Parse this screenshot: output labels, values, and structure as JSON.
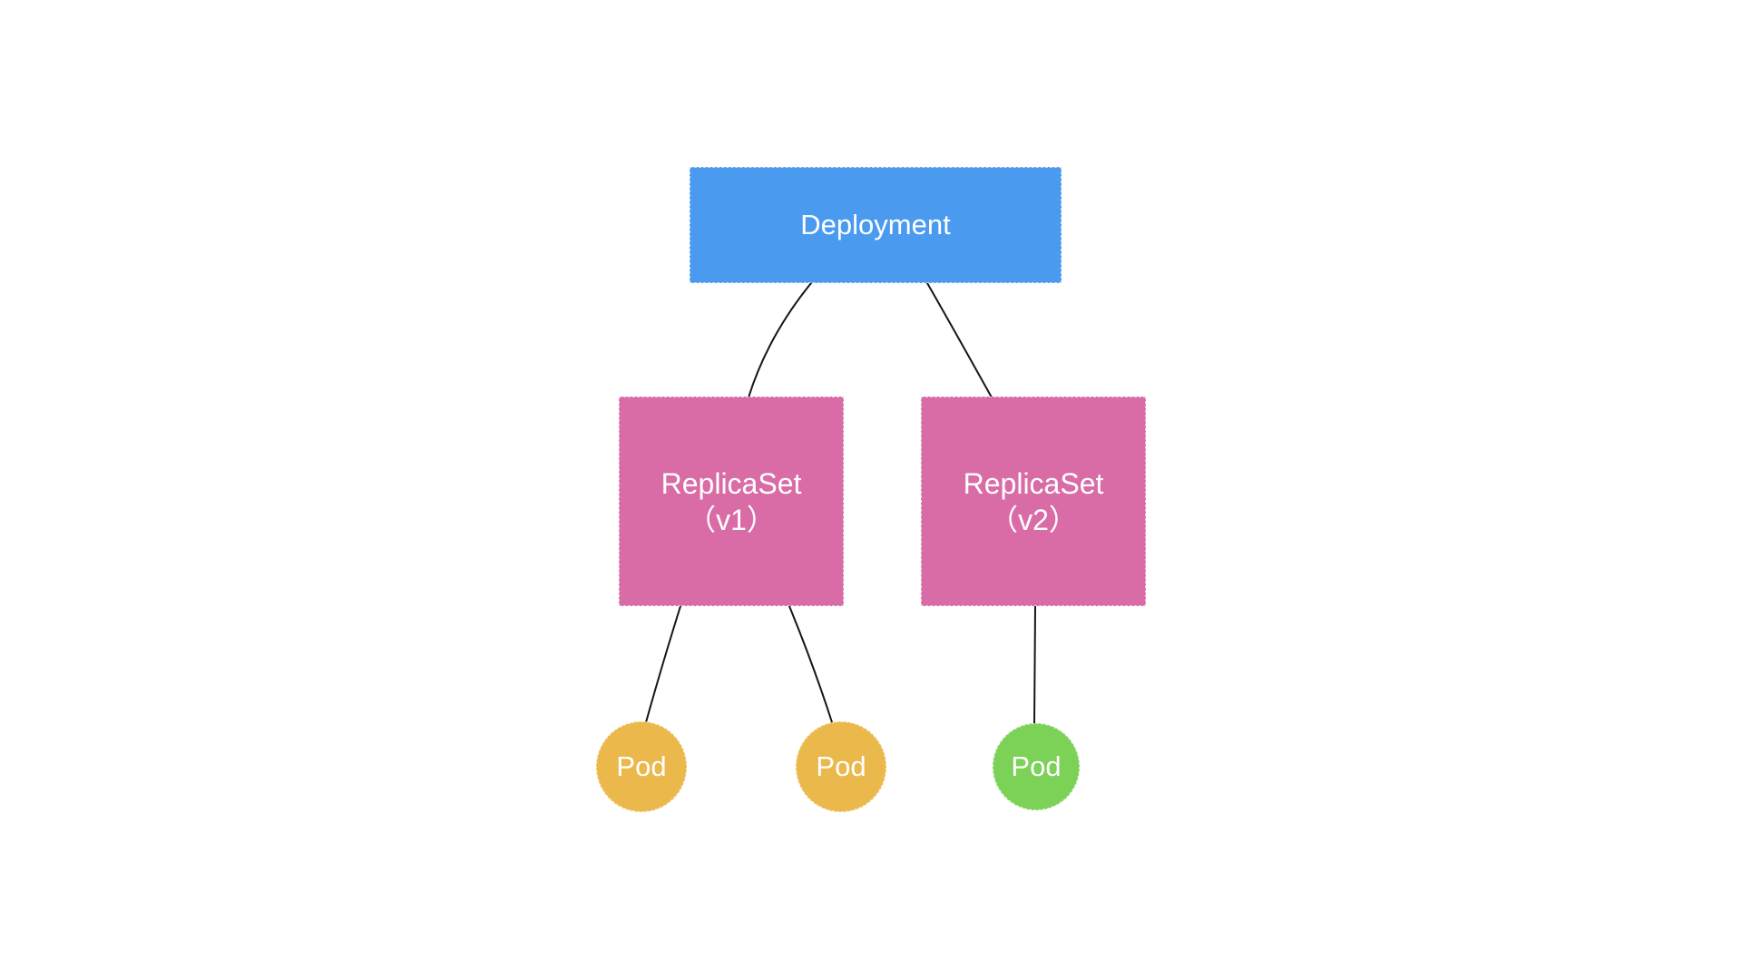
{
  "diagram": {
    "nodes": {
      "deployment": {
        "label": "Deployment",
        "color": "#4A9BF0"
      },
      "replicaset_v1": {
        "line1": "ReplicaSet",
        "line2": "（v1）",
        "color": "#D96CA7"
      },
      "replicaset_v2": {
        "line1": "ReplicaSet",
        "line2": "（v2）",
        "color": "#D96CA7"
      },
      "pod1": {
        "label": "Pod",
        "color": "#EBB84C"
      },
      "pod2": {
        "label": "Pod",
        "color": "#EBB84C"
      },
      "pod3": {
        "label": "Pod",
        "color": "#7CD157"
      }
    },
    "edges": [
      {
        "from": "deployment",
        "to": "replicaset_v1"
      },
      {
        "from": "deployment",
        "to": "replicaset_v2"
      },
      {
        "from": "replicaset_v1",
        "to": "pod1"
      },
      {
        "from": "replicaset_v1",
        "to": "pod2"
      },
      {
        "from": "replicaset_v2",
        "to": "pod3"
      }
    ],
    "colors": {
      "background": "#FFFFFF",
      "text": "#FFFFFF",
      "connector": "#161616"
    }
  }
}
